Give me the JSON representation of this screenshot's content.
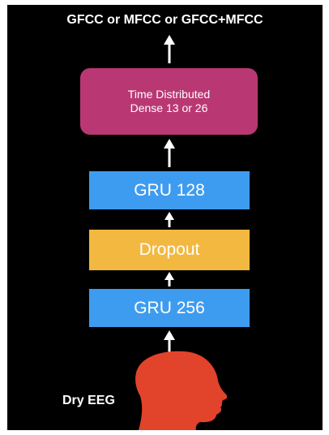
{
  "diagram": {
    "output_label": "GFCC or MFCC or GFCC+MFCC",
    "layers": {
      "dense": {
        "line1": "Time Distributed",
        "line2": "Dense 13 or 26"
      },
      "gru_top": "GRU 128",
      "dropout": "Dropout",
      "gru_bottom": "GRU 256"
    },
    "input_label": "Dry EEG"
  },
  "colors": {
    "background": "#000000",
    "dense": "#b93873",
    "gru": "#3e9cf0",
    "dropout": "#f2b840",
    "head": "#e2432b",
    "text": "#ffffff"
  },
  "icons": {
    "input": "human-head-profile-icon",
    "connector": "up-arrow-icon"
  }
}
